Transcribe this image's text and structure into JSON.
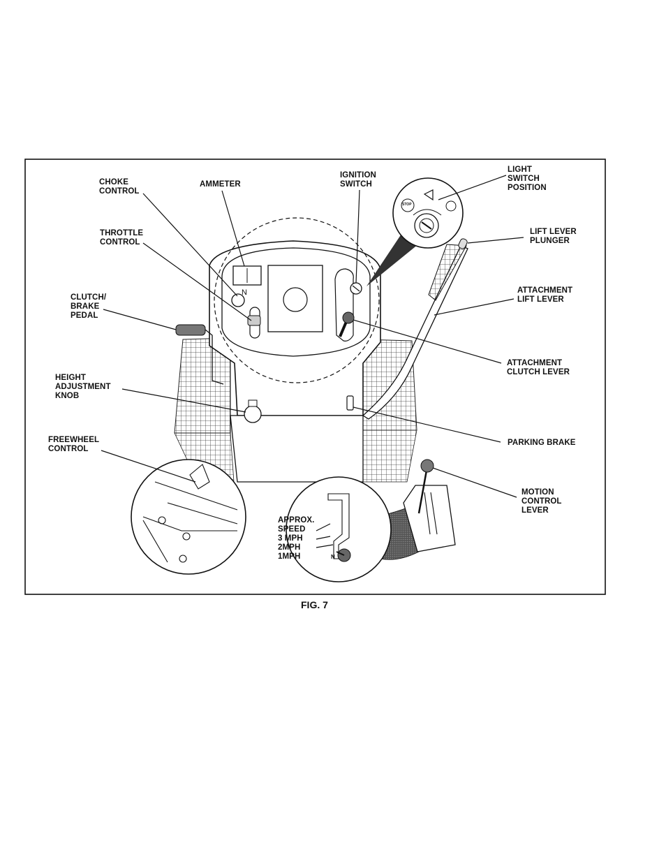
{
  "figure": {
    "caption": "FIG. 7",
    "labels": {
      "choke_control": [
        "CHOKE",
        "CONTROL"
      ],
      "ammeter": [
        "AMMETER"
      ],
      "ignition_switch": [
        "IGNITION",
        "SWITCH"
      ],
      "light_switch_position": [
        "LIGHT",
        "SWITCH",
        "POSITION"
      ],
      "throttle_control": [
        "THROTTLE",
        "CONTROL"
      ],
      "lift_lever_plunger": [
        "LIFT LEVER",
        "PLUNGER"
      ],
      "attachment_lift_lever": [
        "ATTACHMENT",
        "LIFT LEVER"
      ],
      "clutch_brake_pedal": [
        "CLUTCH/",
        "BRAKE",
        "PEDAL"
      ],
      "attachment_clutch_lever": [
        "ATTACHMENT",
        "CLUTCH LEVER"
      ],
      "height_adjustment_knob": [
        "HEIGHT",
        "ADJUSTMENT",
        "KNOB"
      ],
      "parking_brake": [
        "PARKING BRAKE"
      ],
      "freewheel_control": [
        "FREEWHEEL",
        "CONTROL"
      ],
      "motion_control_lever": [
        "MOTION",
        "CONTROL",
        "LEVER"
      ],
      "approx_speed": [
        "APPROX.",
        "SPEED",
        "3 MPH",
        "2MPH",
        "1MPH"
      ]
    },
    "inset_marks": {
      "stop": "STOP",
      "neutral": "N",
      "throttle_neutral": "N"
    }
  }
}
